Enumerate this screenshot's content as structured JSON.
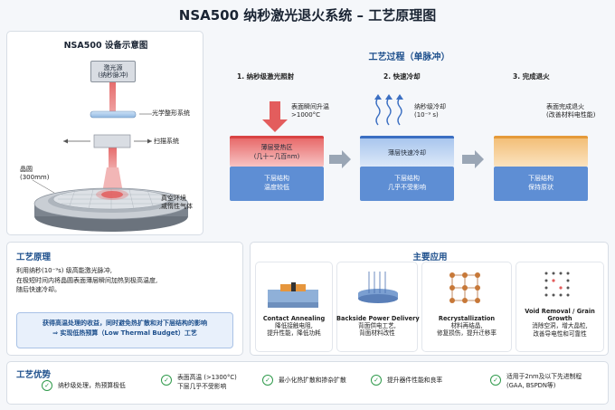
{
  "title": "NSA500 纳秒激光退火系统 – 工艺原理图",
  "device": {
    "title": "NSA500 设备示意图",
    "laser_source": "激光源",
    "laser_source_sub": "(纳秒脉冲)",
    "beam_shaping": "光学整形系统",
    "scan_system": "扫描系统",
    "wafer": "晶圆",
    "wafer_size": "(300mm)",
    "env_line1": "真空环境",
    "env_line2": "或惰性气体"
  },
  "process": {
    "title": "工艺过程（单脉冲）",
    "steps": [
      {
        "label": "1. 纳秒级激光照射",
        "note1": "表面瞬间升温",
        "note2": ">1000°C",
        "layer_top1": "薄层受热区",
        "layer_top2": "(几十~几百nm)",
        "layer_bottom1": "下层结构",
        "layer_bottom2": "温度较低"
      },
      {
        "label": "2. 快速冷却",
        "note1": "纳秒级冷却",
        "note2": "(10⁻⁹ s)",
        "layer_top1": "薄层快速冷却",
        "layer_top2": "",
        "layer_bottom1": "下层结构",
        "layer_bottom2": "几乎不受影响"
      },
      {
        "label": "3. 完成退火",
        "note1": "表面完成退火",
        "note2": "(改善材料电性能)",
        "layer_top1": "",
        "layer_top2": "",
        "layer_bottom1": "下层结构",
        "layer_bottom2": "保持原状"
      }
    ]
  },
  "principle": {
    "title": "工艺原理",
    "line1": "利用纳秒(10⁻⁹s) 级高能激光脉冲,",
    "line2": "在极短时间内将晶圆表面薄层瞬间加热到极高温度,",
    "line3": "随后快速冷却。",
    "highlight1": "获得高温处理的收益，同时避免热扩散和对下层结构的影响",
    "highlight2": "⇒ 实现低热预算（Low Thermal Budget）工艺"
  },
  "apps": {
    "title": "主要应用",
    "items": [
      {
        "name": "Contact Annealing",
        "desc1": "降低接触电阻,",
        "desc2": "提升性能，降低功耗"
      },
      {
        "name": "Backside Power Delivery",
        "desc1": "背面供电工艺,",
        "desc2": "背面材料改性"
      },
      {
        "name": "Recrystallization",
        "desc1": "材料再结晶,",
        "desc2": "修复损伤，提升迁移率"
      },
      {
        "name": "Void Removal / Grain Growth",
        "desc1": "消除空洞，增大晶粒,",
        "desc2": "改善导电性和可靠性"
      }
    ]
  },
  "advantages": {
    "title": "工艺优势",
    "items": [
      {
        "line1": "纳秒级处理，热预算极低",
        "line2": ""
      },
      {
        "line1": "表面高温 (>1300°C)",
        "line2": "下层几乎不受影响"
      },
      {
        "line1": "最小化热扩散和掺杂扩散",
        "line2": ""
      },
      {
        "line1": "提升器件性能和良率",
        "line2": ""
      },
      {
        "line1": "适用于2nm及以下先进制程",
        "line2": "(GAA, BSPDN等)"
      }
    ]
  },
  "colors": {
    "accent": "#1d4f8c",
    "laser": "#e05a5a",
    "cool": "#4a7fd0",
    "done": "#f2b56b",
    "check": "#2f9a4b"
  }
}
